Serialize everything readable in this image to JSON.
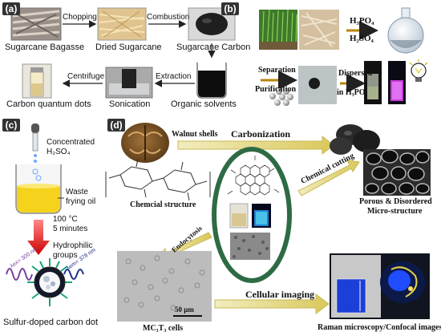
{
  "panel_labels": {
    "a": "(a)",
    "b": "(b)",
    "c": "(c)",
    "d": "(d)"
  },
  "panel_a": {
    "sugarcane_bagasse": "Sugarcane Bagasse",
    "dried_sugarcane": "Dried Sugarcane",
    "sugarcane_carbon": "Sugarcane Carbon",
    "chopping": "Chopping",
    "combustion": "Combustion",
    "carbon_quantum_dots": "Carbon quantum dots",
    "centrifuge": "Centrifuge",
    "sonication": "Sonication",
    "extraction": "Extraction",
    "organic_solvents": "Organic solvents"
  },
  "panel_b": {
    "h3po4": "H₃PO₄",
    "h2so4": "H₂SO₄",
    "separation": "Separation",
    "purification": "Purification",
    "dispersed": "Dispersed",
    "in_h3po4": "in H₃PO₄"
  },
  "panel_c": {
    "concentrated": "Concentrated",
    "h2so4": "H₂SO₄",
    "waste": "Waste",
    "frying_oil": "frying oil",
    "temp": "100 °C",
    "time": "5 minutes",
    "hydrophilic": "Hydrophilic",
    "groups": "groups",
    "lambda_ex": "λex= 300 nm",
    "lambda_em": "λem= 378 nm",
    "sulfur_doped": "Sulfur-doped carbon dot"
  },
  "panel_d": {
    "walnut_shells": "Walnut shells",
    "carbonization": "Carbonization",
    "chemical_cutting": "Chemical cutting",
    "porous_1": "Porous & Disordered",
    "porous_2": "Micro-structure",
    "chemcial_structure": "Chemcial structure",
    "endocytosis": "Endocytosis",
    "scale_bar": "50 μm",
    "mc3t3": "MC₃T₃ cells",
    "cellular_imaging": "Cellular imaging",
    "raman": "Raman microscopy/Confocal images"
  },
  "colors": {
    "arrow_yellow": "#e8d98a",
    "arrow_brown": "#b8860b",
    "ring_green": "#2e6b45",
    "oil_yellow": "#f5d21c",
    "red_arrow": "#e02020"
  }
}
